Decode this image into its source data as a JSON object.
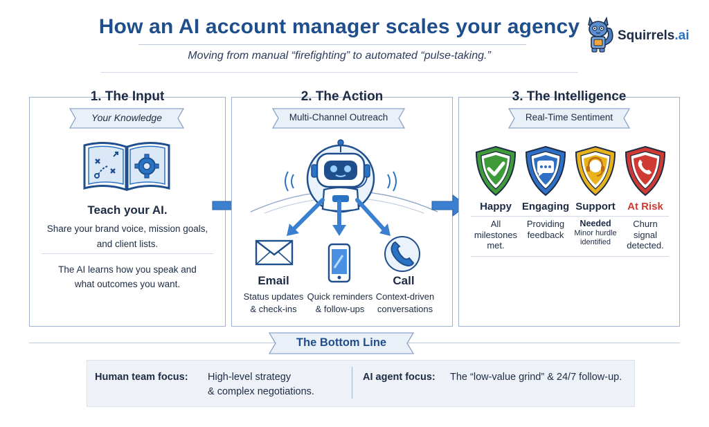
{
  "header": {
    "title": "How an AI account manager scales your agency",
    "subtitle": "Moving from manual “firefighting” to automated “pulse-taking.”",
    "brand_name": "Squirrels",
    "brand_suffix": ".ai"
  },
  "panels": {
    "input": {
      "title": "1. The Input",
      "ribbon": "Your Knowledge",
      "heading": "Teach your AI.",
      "desc_line1": "Share your brand voice, mission goals,",
      "desc_line2": "and client lists.",
      "note_line1": "The AI learns how you speak and",
      "note_line2": "what outcomes you want."
    },
    "action": {
      "title": "2. The Action",
      "ribbon": "Multi-Channel Outreach",
      "channels": [
        {
          "name": "Email",
          "desc_line1": "Status updates",
          "desc_line2": "& check-ins",
          "icon": "envelope-icon"
        },
        {
          "name": "",
          "desc_line1": "Quick reminders",
          "desc_line2": "& follow-ups",
          "icon": "smartphone-icon"
        },
        {
          "name": "Call",
          "desc_line1": "Context-driven",
          "desc_line2": "conversations",
          "icon": "phone-icon"
        }
      ]
    },
    "intelligence": {
      "title": "3. The Intelligence",
      "ribbon": "Real-Time Sentiment",
      "states": [
        {
          "name": "Happy",
          "desc_line1": "All",
          "desc_line2": "milestones",
          "desc_line3": "met.",
          "color": "#3f9a3a",
          "icon": "checkmark-icon"
        },
        {
          "name": "Engaging",
          "desc_line1": "Providing",
          "desc_line2": "feedback",
          "desc_line3": "",
          "color": "#2f6fc4",
          "icon": "chat-bubble-icon"
        },
        {
          "name": "Support",
          "name2": "Needed",
          "desc_line1": "Minor hurdle",
          "desc_line2": "identified",
          "desc_line3": "",
          "color": "#e8b21d",
          "icon": "headset-icon"
        },
        {
          "name": "At Risk",
          "desc_line1": "Churn",
          "desc_line2": "signal",
          "desc_line3": "detected.",
          "color": "#cf3a33",
          "icon": "phone-alert-icon"
        }
      ]
    }
  },
  "bottom": {
    "ribbon": "The Bottom Line",
    "human_label": "Human team focus:",
    "human_line1": "High-level strategy",
    "human_line2": "& complex negotiations.",
    "ai_label": "AI agent focus:",
    "ai_text": "The “low-value grind” & 24/7 follow-up."
  },
  "colors": {
    "title_blue": "#1f4e8c",
    "accent_blue": "#2a72c4",
    "arrow_blue": "#3b7fd0",
    "border": "#9fb3d1"
  }
}
